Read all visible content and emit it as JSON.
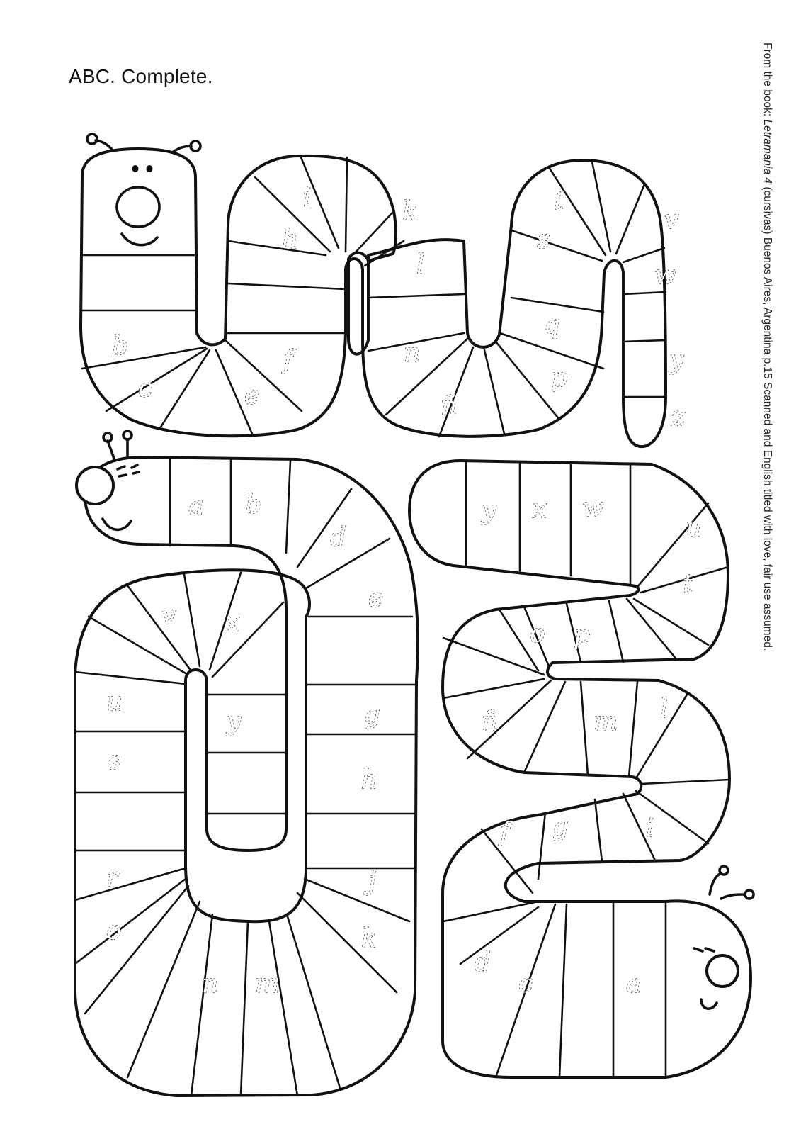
{
  "title": "ABC. Complete.",
  "credit": {
    "prefix": "From the book: ",
    "book": "Letramania 4",
    "suffix": " (cursivas) Buenos Aires, Argentina p.15 Scanned and English titled with love, fair use assumed."
  },
  "worms": [
    {
      "name": "top-left",
      "letters": [
        "b",
        "c",
        "e",
        "f",
        "h",
        "i",
        "k",
        "l",
        "n",
        "ñ",
        "p",
        "q",
        "s",
        "t",
        "v",
        "w",
        "y",
        "z"
      ]
    },
    {
      "name": "left",
      "letters": [
        "a",
        "b",
        "d",
        "e",
        "g",
        "h",
        "j",
        "k",
        "n",
        "m",
        "o",
        "r",
        "s",
        "u",
        "v",
        "x",
        "y"
      ]
    },
    {
      "name": "right",
      "letters": [
        "y",
        "x",
        "w",
        "u",
        "t",
        "p",
        "o",
        "ñ",
        "m",
        "l",
        "i",
        "g",
        "f",
        "d",
        "c",
        "a"
      ]
    }
  ]
}
